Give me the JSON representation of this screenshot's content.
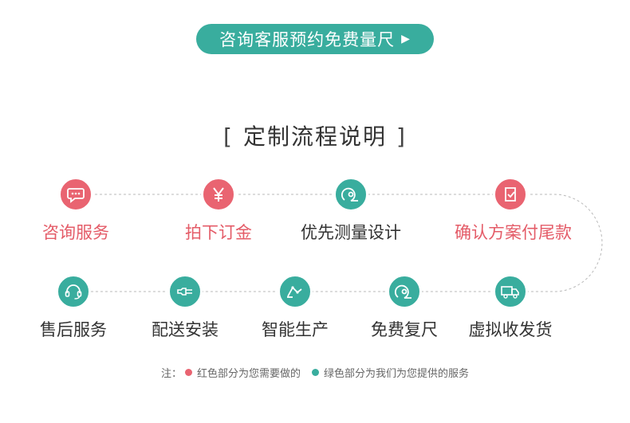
{
  "cta": {
    "label": "咨询客服预约免费量尺",
    "arrow_icon": "play-arrow-icon"
  },
  "title": {
    "open": "[",
    "text": "定制流程说明",
    "close": "]"
  },
  "steps_row1": [
    {
      "label": "咨询服务",
      "type": "red",
      "icon": "chat-bubble-icon"
    },
    {
      "label": "拍下订金",
      "type": "red",
      "icon": "yen-icon"
    },
    {
      "label": "优先测量设计",
      "type": "green",
      "icon": "tape-measure-icon"
    },
    {
      "label": "确认方案付尾款",
      "type": "red",
      "icon": "checklist-icon"
    }
  ],
  "steps_row2": [
    {
      "label": "售后服务",
      "type": "green",
      "icon": "headset-icon"
    },
    {
      "label": "配送安装",
      "type": "green",
      "icon": "wrench-icon"
    },
    {
      "label": "智能生产",
      "type": "green",
      "icon": "robot-arm-icon"
    },
    {
      "label": "免费复尺",
      "type": "green",
      "icon": "tape-measure-icon"
    },
    {
      "label": "虚拟收发货",
      "type": "green",
      "icon": "truck-icon"
    }
  ],
  "note": {
    "prefix": "注：",
    "red_text": "红色部分为您需要做的",
    "green_text": "绿色部分为我们为您提供的服务"
  },
  "colors": {
    "red": "#e96471",
    "green": "#39ad9e"
  }
}
